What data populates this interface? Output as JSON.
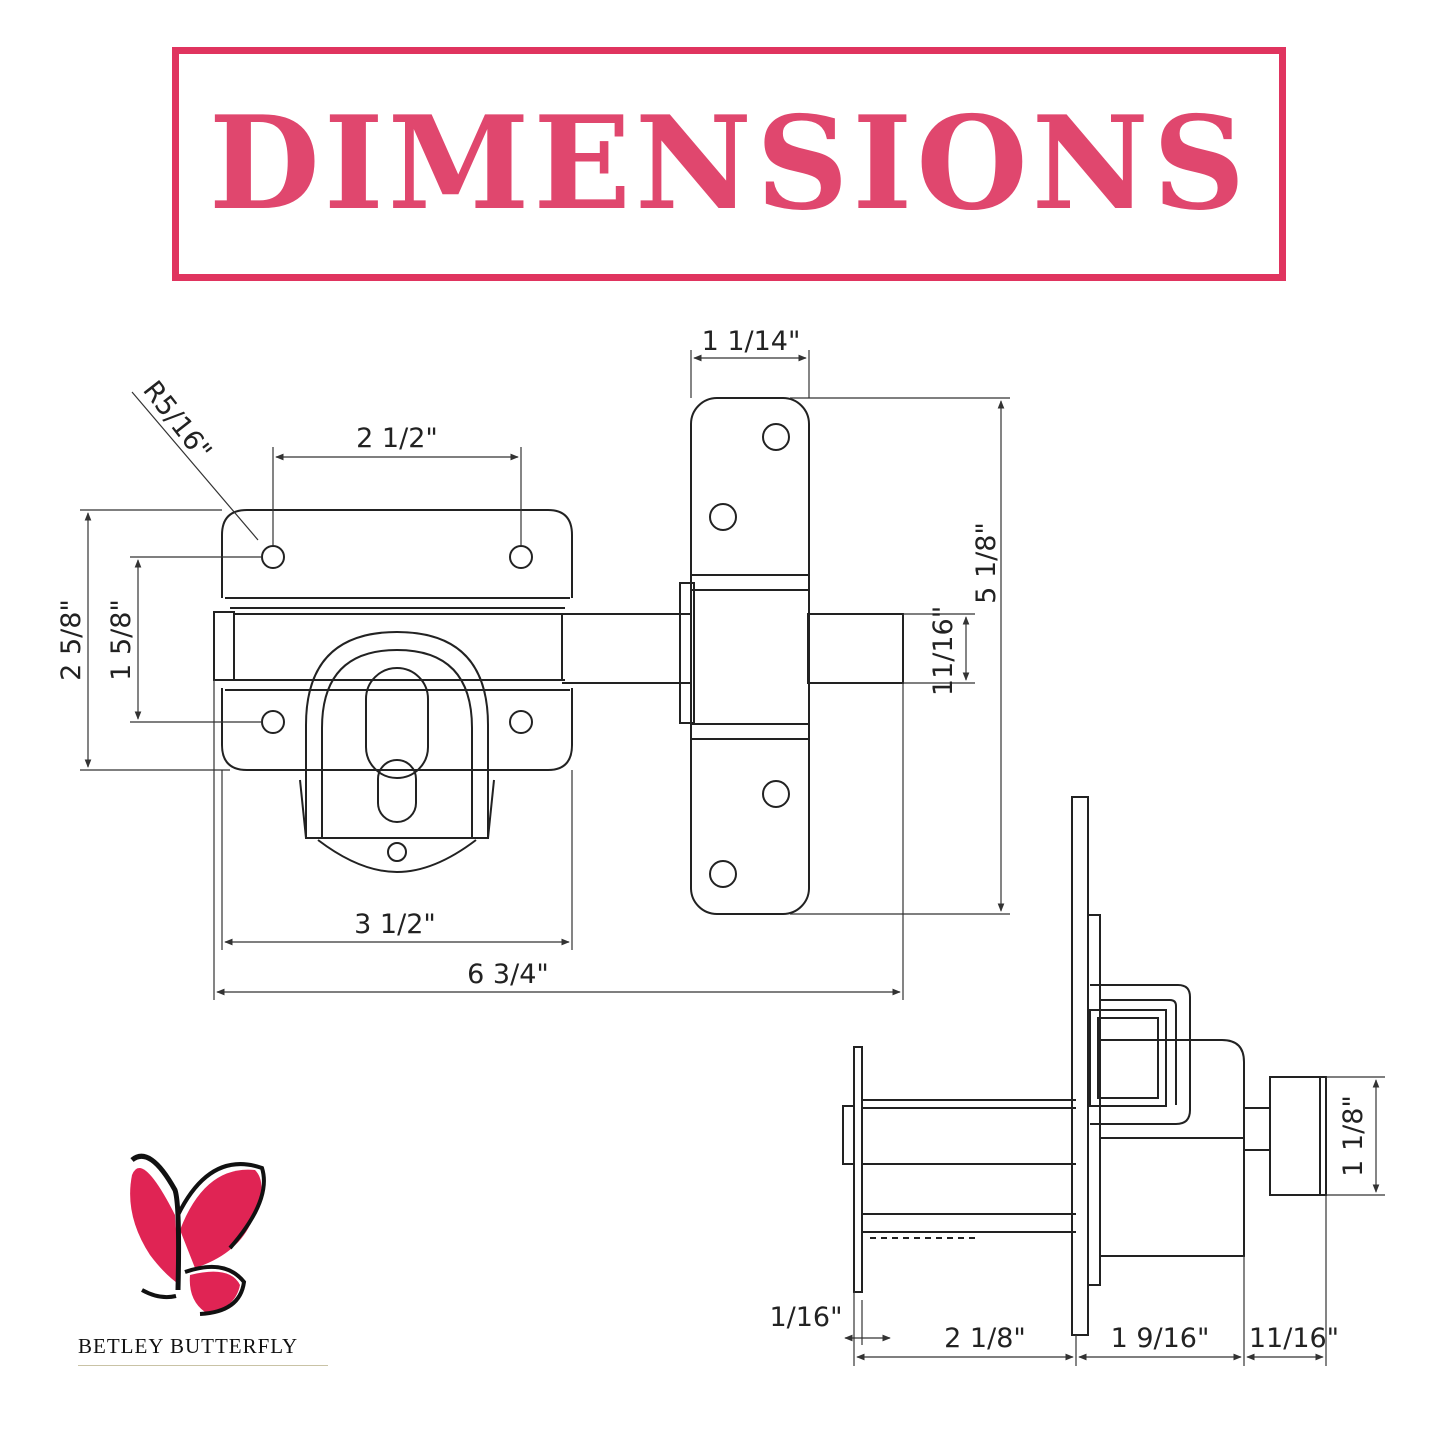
{
  "title": "DIMENSIONS",
  "brand": {
    "name": "BETLEY BUTTERFLY"
  },
  "colors": {
    "accent": "#e0345f",
    "title_text": "#e0476e",
    "line": "#222222"
  },
  "front_view": {
    "radius": "R5/16\"",
    "hole_spacing": "2 1/2\"",
    "plate_height": "2 5/8\"",
    "hole_vertical": "1 5/8\"",
    "plate_width": "3 1/2\"",
    "overall_length": "6 3/4\"",
    "keeper_width": "1 1/14\"",
    "keeper_height": "5 1/8\"",
    "bolt_height": "11/16\""
  },
  "side_view": {
    "flange": "1/16\"",
    "bolt_depth": "2 1/8\"",
    "body_depth": "1 9/16\"",
    "knob_depth": "11/16\"",
    "knob_height": "1 1/8\""
  }
}
